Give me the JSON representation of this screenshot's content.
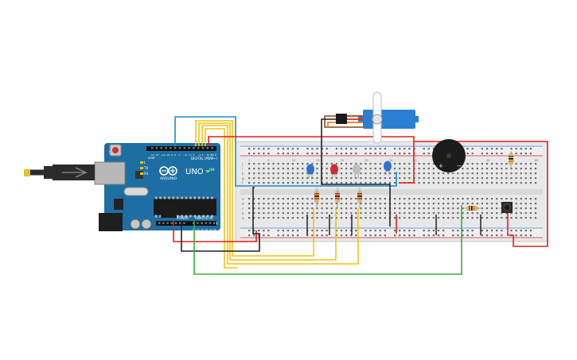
{
  "board": {
    "logo_text": "UNO",
    "brand_text": "ARDUINO",
    "digital_header_label": "DIGITAL (PWM~)",
    "power_label": "POWER",
    "analog_label": "ANALOG IN",
    "tx_label": "TX",
    "rx_label": "RX",
    "l_label": "L",
    "on_label": "ON",
    "aref_label": "AREF",
    "gnd_label": "GND",
    "ioref_label": "IOREF",
    "reset_label": "RESET",
    "v33_label": "3.3V",
    "v5_label": "5V",
    "vin_label": "Vin",
    "digital_pins": [
      "13",
      "12",
      "~11",
      "~10",
      "~9",
      "8",
      "7",
      "~6",
      "~5",
      "4",
      "~3",
      "2",
      "TX 1",
      "RX 0"
    ],
    "analog_pins": [
      "A0",
      "A1",
      "A2",
      "A3",
      "A4",
      "A5"
    ]
  },
  "breadboard": {
    "col_labels": [
      "1",
      "5",
      "10",
      "15",
      "20",
      "25",
      "30",
      "35",
      "40",
      "45",
      "50",
      "55",
      "60"
    ],
    "row_labels_top": [
      "j",
      "i",
      "h",
      "g",
      "f"
    ],
    "row_labels_bottom": [
      "e",
      "d",
      "c",
      "b",
      "a"
    ]
  },
  "components": {
    "buzzer_plus": "+",
    "buzzer_minus": "−"
  },
  "colors": {
    "board_blue": "#1d6fa3",
    "wire_red": "#e0201b",
    "wire_black": "#222222",
    "wire_yellow": "#f2c40f",
    "wire_blue": "#1a8bd0",
    "wire_green": "#3cae3c",
    "wire_orange": "#e87a1c",
    "wire_brown": "#8b4513",
    "led_blue": "#2f6fd6",
    "led_red": "#d52b2b",
    "led_white": "#bdbdbd",
    "servo_blue": "#2a7fd4"
  }
}
